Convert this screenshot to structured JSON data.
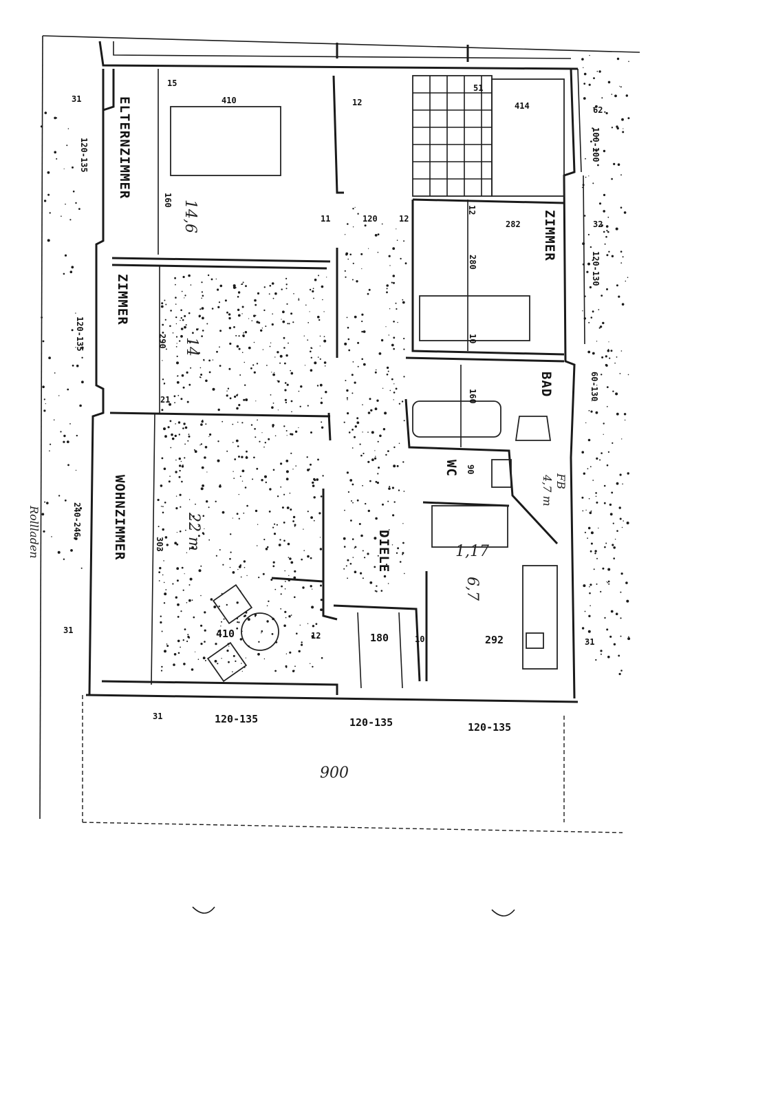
{
  "rooms": {
    "elternzimmer": "ELTERNZIMMER",
    "zimmer_left": "ZIMMER",
    "wohnzimmer": "WOHNZIMMER",
    "zimmer_right": "ZIMMER",
    "bad": "BAD",
    "wc": "WC",
    "diele": "DIELE"
  },
  "dimensions": {
    "d_410_top": "410",
    "d_414": "414",
    "d_160_left": "160",
    "d_12_top": "12",
    "d_120_mid": "120",
    "d_12_mid": "12",
    "d_282": "282",
    "d_12_zimmer": "12",
    "d_280": "280",
    "d_10_zimmer": "10",
    "d_160_bad": "160",
    "d_90_wc": "90",
    "d_410_bottom": "410",
    "d_180": "180",
    "d_12_diele": "12",
    "d_10_diele": "10",
    "d_292": "292",
    "d_303": "303",
    "d_290": "290",
    "d_31_left_top": "31",
    "d_31_left_bottom": "31",
    "d_31_bottom": "31",
    "d_62_right": "62",
    "d_32_right": "32",
    "d_31_right": "31",
    "d_15": "15",
    "d_51": "51",
    "d_11": "11",
    "d_21": "21",
    "d_120_135_left_top": "120-135",
    "d_120_135_left_mid": "120-135",
    "d_240_246": "240-246",
    "d_100_100": "100-100",
    "d_120_130": "120-130",
    "d_60_130": "60-130",
    "d_120_135_b1": "120-135",
    "d_120_135_b2": "120-135",
    "d_120_135_b3": "120-135"
  },
  "handwriting": {
    "area_14_6": "14,6",
    "area_14": "14",
    "area_22": "22 m",
    "area_1_17": "1,17",
    "area_6_7": "6,7",
    "total_900": "900",
    "bath_note": "FB",
    "bath_area": "4,7 m",
    "side_note": "Rollladen"
  }
}
